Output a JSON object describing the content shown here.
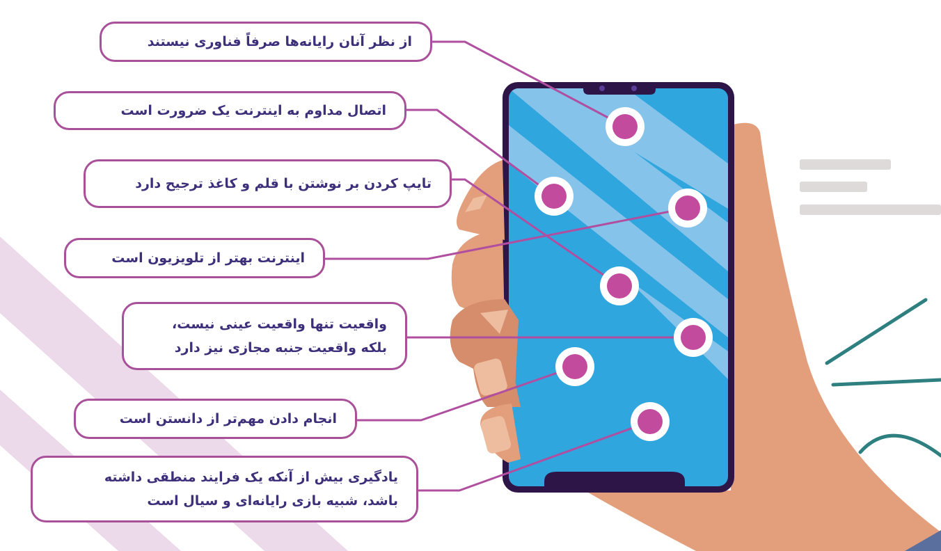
{
  "colors": {
    "callout_border": "#a9509a",
    "callout_text": "#3d2f7a",
    "connector": "#b04fa0",
    "phone_frame": "#2e1548",
    "screen": "#2fa6de",
    "screen_stripe": "#86c3ea",
    "dot": "#c24b9e",
    "skin": "#e39f7c",
    "skin_shadow": "#d58d6c",
    "nail": "#eebda0",
    "bg_stripe": "#ecd9ea",
    "teal": "#2e7f80",
    "placeholder_bars": "#dedad9",
    "sleeve": "#5b6f9e"
  },
  "callouts": [
    {
      "id": "1",
      "lines": [
        "از نظر آنان رایانه‌ها صرفاً فناوری نیستند"
      ]
    },
    {
      "id": "2",
      "lines": [
        "اتصال مداوم به اینترنت یک ضرورت است"
      ]
    },
    {
      "id": "3",
      "lines": [
        "تایپ کردن بر نوشتن با قلم و کاغذ ترجیح دارد"
      ]
    },
    {
      "id": "4",
      "lines": [
        "اینترنت بهتر از تلویزیون است"
      ]
    },
    {
      "id": "5",
      "lines": [
        "واقعیت تنها واقعیت عینی نیست،",
        "بلکه واقعیت جنبه مجازی نیز دارد"
      ]
    },
    {
      "id": "6",
      "lines": [
        "انجام دادن مهم‌تر از دانستن است"
      ]
    },
    {
      "id": "7",
      "lines": [
        "یادگیری بیش از آنکه یک فرایند منطقی داشته",
        "باشد، شبیه بازی رایانه‌ای و سیال است"
      ]
    }
  ]
}
